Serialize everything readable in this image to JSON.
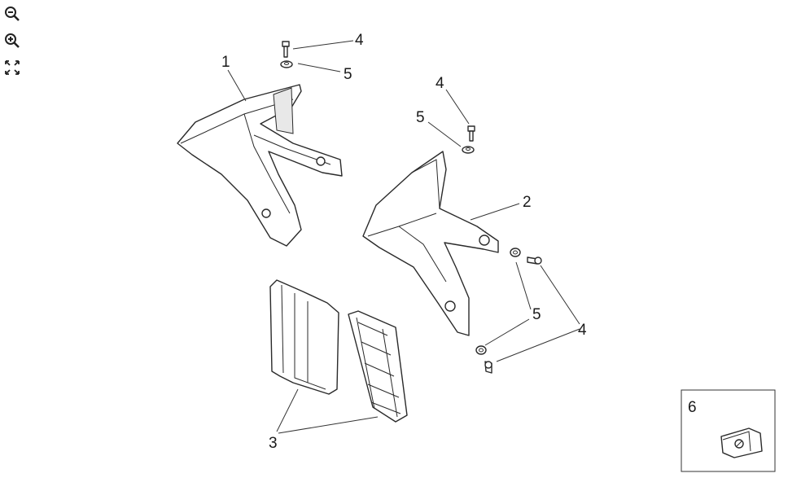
{
  "toolbar": {
    "zoom_out_icon": "zoom-out-icon",
    "zoom_in_icon": "zoom-in-icon",
    "fit_icon": "fit-screen-icon"
  },
  "callouts": {
    "c1": "1",
    "c2": "2",
    "c3": "3",
    "c4_top_left": "4",
    "c5_top_left": "5",
    "c4_top_right": "4",
    "c5_top_right": "5",
    "c5_bottom_right": "5",
    "c4_bottom_right": "4",
    "c6": "6"
  }
}
